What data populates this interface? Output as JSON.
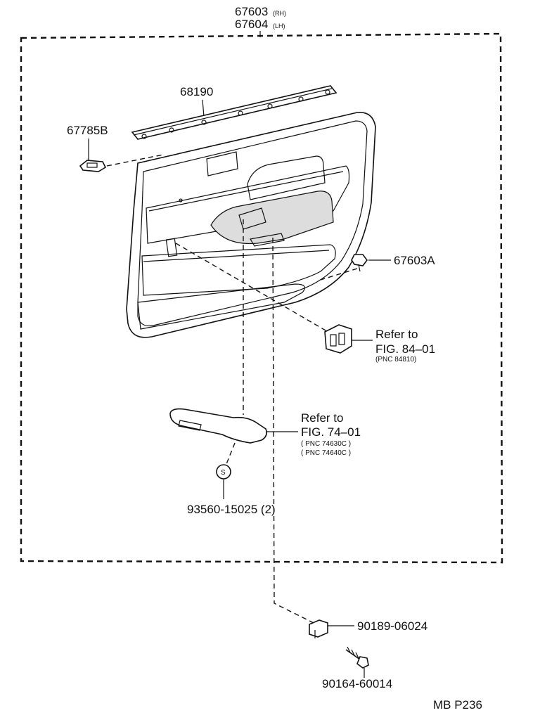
{
  "labels": {
    "panel_rh": "67603",
    "panel_rh_suffix": "(RH)",
    "panel_lh": "67604",
    "panel_lh_suffix": "(LH)",
    "weatherstrip": "68190",
    "bezel": "67785B",
    "clip": "67603A",
    "switch_ref_line1": "Refer to",
    "switch_ref_line2": "FIG. 84–01",
    "switch_ref_pnc": "(PNC 84810)",
    "armrest_ref_line1": "Refer to",
    "armrest_ref_line2": "FIG. 74–01",
    "armrest_ref_pnc1": "( PNC 74630C )",
    "armrest_ref_pnc2": "( PNC 74640C )",
    "screw_symbol": "S",
    "screw_part": "93560-15025  (2)",
    "nut": "90189-06024",
    "bolt": "90164-60014",
    "page_code": "MB P236"
  }
}
